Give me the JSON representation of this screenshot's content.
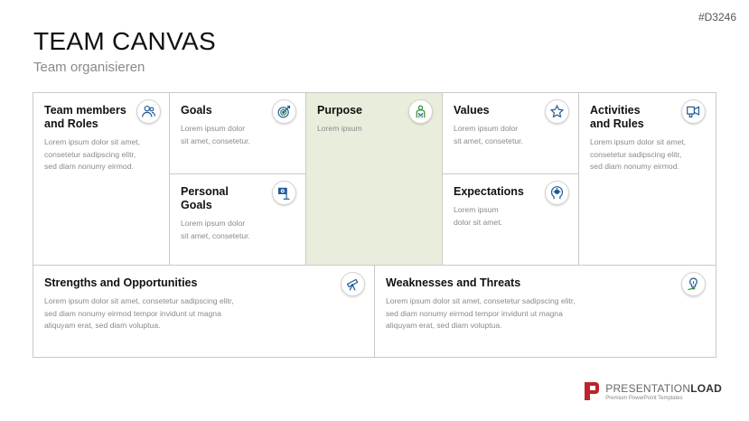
{
  "slide_code": "#D3246",
  "title": "TEAM CANVAS",
  "subtitle": "Team organisieren",
  "colors": {
    "purpose_bg": "#e8eedb",
    "icon_blue": "#1e5a96",
    "icon_green": "#2f8a3a",
    "brand_red": "#c0212c"
  },
  "cells": {
    "team": {
      "title_l1": "Team members",
      "title_l2": "and Roles",
      "text_l1": "Lorem ipsum dolor sit amet,",
      "text_l2": "consetetur sadipscing elitr,",
      "text_l3": "sed diam nonumy eirmod.",
      "icon": "people-icon"
    },
    "goals": {
      "title": "Goals",
      "text_l1": "Lorem ipsum dolor",
      "text_l2": "sit amet, consetetur.",
      "icon": "target-icon"
    },
    "personal": {
      "title_l1": "Personal",
      "title_l2": "Goals",
      "text_l1": "Lorem ipsum dolor",
      "text_l2": "sit amet, consetetur.",
      "icon": "flag-target-icon"
    },
    "purpose": {
      "title": "Purpose",
      "text": "Lorem ipsum",
      "icon": "person-success-icon"
    },
    "values": {
      "title": "Values",
      "text_l1": "Lorem ipsum dolor",
      "text_l2": "sit amet, consetetur.",
      "icon": "star-icon"
    },
    "expectations": {
      "title": "Expectations",
      "text_l1": "Lorem ipsum",
      "text_l2": "dolor sit amet.",
      "icon": "head-idea-icon"
    },
    "activities": {
      "title_l1": "Activities",
      "title_l2": "and Rules",
      "text_l1": "Lorem ipsum dolor sit amet,",
      "text_l2": "consetetur sadipscing elitr,",
      "text_l3": "sed diam nonumy eirmod.",
      "icon": "megaphone-icon"
    },
    "strengths": {
      "title": "Strengths and Opportunities",
      "text_l1": "Lorem ipsum dolor sit amet, consetetur sadipscing elitr,",
      "text_l2": "sed diam nonumy eirmod tempor invidunt ut magna",
      "text_l3": "aliquyam erat, sed diam voluptua.",
      "icon": "telescope-icon"
    },
    "weaknesses": {
      "title": "Weaknesses and Threats",
      "text_l1": "Lorem ipsum dolor sit amet, consetetur sadipscing elitr,",
      "text_l2": "sed diam nonumy eirmod tempor invidunt ut magna",
      "text_l3": "aliquyam erat, sed diam voluptua.",
      "icon": "lightbulb-hand-icon"
    }
  },
  "brand": {
    "name_light": "PRESENTATION",
    "name_bold": "LOAD",
    "tagline": "Premium PowerPoint Templates"
  }
}
